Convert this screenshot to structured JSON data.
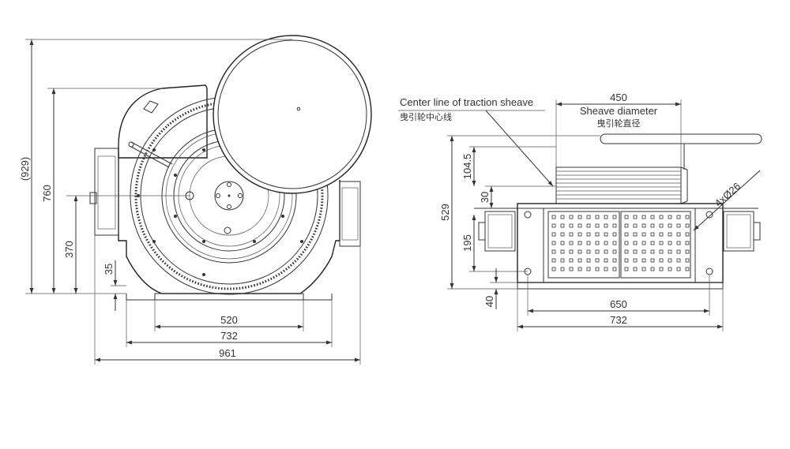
{
  "left_view": {
    "dims": {
      "overall_height_ref": "(929)",
      "height_760": "760",
      "center_370": "370",
      "base_35": "35",
      "width_520": "520",
      "width_732": "732",
      "width_961": "961"
    }
  },
  "right_view": {
    "annotations": {
      "center_line_en": "Center line of traction sheave",
      "center_line_cn": "曳引轮中心线",
      "sheave_diameter_en": "Sheave diameter",
      "sheave_diameter_cn": "曳引轮直径",
      "holes": "4xØ26"
    },
    "dims": {
      "sheave_450": "450",
      "height_529": "529",
      "dim_104_5": "104.5",
      "dim_30": "30",
      "dim_195": "195",
      "dim_40": "40",
      "width_650": "650",
      "width_732": "732"
    }
  },
  "colors": {
    "line": "#333333",
    "background": "#ffffff"
  }
}
